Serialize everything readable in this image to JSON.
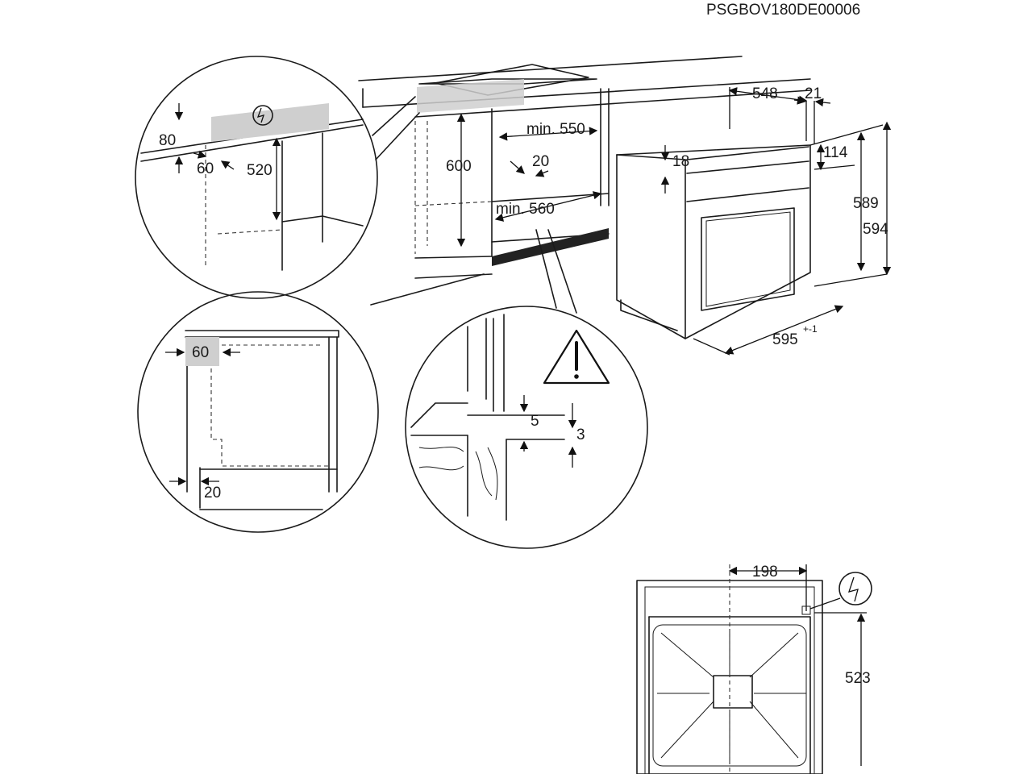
{
  "code": "PSGBOV180DE00006",
  "main": {
    "dim_548": "548",
    "dim_21": "21",
    "dim_114": "114",
    "dim_18": "18",
    "dim_589": "589",
    "dim_594": "594",
    "dim_595": "595",
    "dim_595_tol": "+-1",
    "dim_600": "600",
    "dim_min550": "min. 550",
    "dim_20": "20",
    "dim_min560": "min. 560"
  },
  "detail_top": {
    "dim_80": "80",
    "dim_60": "60",
    "dim_520": "520"
  },
  "detail_side": {
    "dim_60": "60",
    "dim_20": "20"
  },
  "detail_bottom": {
    "dim_5": "5",
    "dim_3": "3"
  },
  "rear_view": {
    "dim_198": "198",
    "dim_523": "523"
  },
  "icons": [
    "electric-connection-icon",
    "warning-icon"
  ]
}
